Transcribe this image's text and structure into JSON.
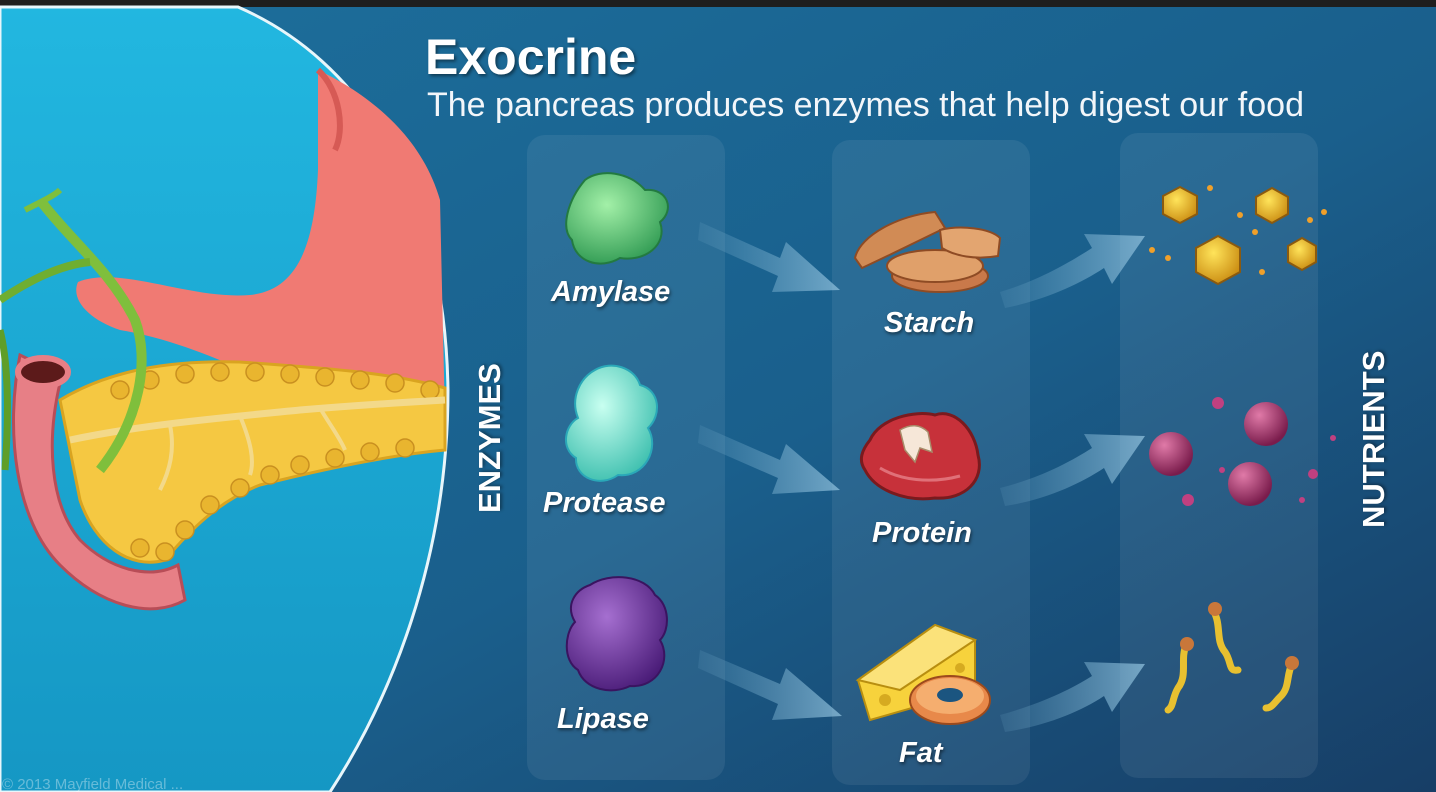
{
  "title": "Exocrine",
  "subtitle": "The pancreas produces enzymes that help digest our food",
  "column_labels": {
    "enzymes": "ENZYMES",
    "nutrients": "NUTRIENTS"
  },
  "enzymes": [
    {
      "label": "Amylase",
      "color": "#5fcf7a"
    },
    {
      "label": "Protease",
      "color": "#6fe0c8"
    },
    {
      "label": "Lipase",
      "color": "#7b3fa8"
    }
  ],
  "foods": [
    {
      "label": "Starch",
      "icon": "bread-slices-icon"
    },
    {
      "label": "Protein",
      "icon": "steak-icon"
    },
    {
      "label": "Fat",
      "icon": "cheese-donut-icon"
    }
  ],
  "nutrients": [
    {
      "icon": "hexagon-molecules-icon",
      "color": "#e0b020"
    },
    {
      "icon": "sphere-molecules-icon",
      "color": "#a0306a"
    },
    {
      "icon": "fatty-acid-chains-icon",
      "color": "#e8c030"
    }
  ],
  "copyright": "© 2013 Mayfield Medical ..."
}
